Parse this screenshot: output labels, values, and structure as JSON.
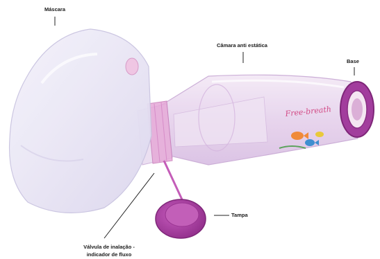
{
  "labels": {
    "mascara": "Máscara",
    "camara": "Câmara anti estática",
    "base": "Base",
    "tampa": "Tampa",
    "valvula_line1": "Válvula de inalação -",
    "valvula_line2": "indicador de fluxo"
  },
  "brand_text": "Free-breath",
  "colors": {
    "chamber": "#e9d7ee",
    "chamber_edge": "#c8a9d4",
    "mask": "#ece9f6",
    "valve_ring": "#e6a9d8",
    "base_ring": "#a23d9d",
    "cap": "#b13fa8",
    "leader_line": "#222222"
  }
}
